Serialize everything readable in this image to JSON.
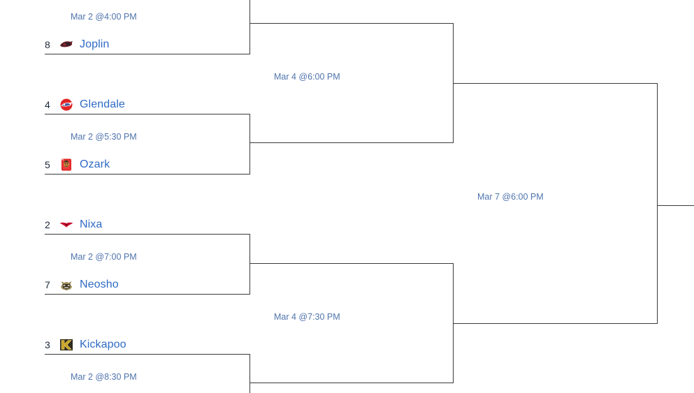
{
  "bracket": {
    "line_color": "#3a3a3a",
    "team_link_color": "#2f6bc4",
    "time_label_color": "#4f74ad",
    "seed_color": "#1b2838",
    "rounds": [
      {
        "name": "round-1",
        "games": [
          {
            "id": "game-r1-1",
            "time": "Mar 2 @4:00 PM",
            "teams": [
              {
                "seed": "8",
                "name": "Joplin",
                "logo": "joplin-eagles-logo",
                "logo_color": "#6d1f2b"
              }
            ]
          },
          {
            "id": "game-r1-2",
            "time": "Mar 2 @5:30 PM",
            "teams": [
              {
                "seed": "4",
                "name": "Glendale",
                "logo": "glendale-falcons-logo",
                "logo_color": "#e02323"
              },
              {
                "seed": "5",
                "name": "Ozark",
                "logo": "ozark-tigers-logo",
                "logo_color": "#e02323"
              }
            ]
          },
          {
            "id": "game-r1-3",
            "time": "Mar 2 @7:00 PM",
            "teams": [
              {
                "seed": "2",
                "name": "Nixa",
                "logo": "nixa-eagles-logo",
                "logo_color": "#c8102e"
              },
              {
                "seed": "7",
                "name": "Neosho",
                "logo": "neosho-wildcats-logo",
                "logo_color": "#9b8c55"
              }
            ]
          },
          {
            "id": "game-r1-4",
            "time": "Mar 2 @8:30 PM",
            "teams": [
              {
                "seed": "3",
                "name": "Kickapoo",
                "logo": "kickapoo-chiefs-logo",
                "logo_color": "#b8932e"
              }
            ]
          }
        ]
      },
      {
        "name": "round-2",
        "games": [
          {
            "id": "game-r2-1",
            "time": "Mar 4 @6:00 PM",
            "teams": []
          },
          {
            "id": "game-r2-2",
            "time": "Mar 4 @7:30 PM",
            "teams": []
          }
        ]
      },
      {
        "name": "round-3",
        "games": [
          {
            "id": "game-r3-1",
            "time": "Mar 7 @6:00 PM",
            "teams": []
          }
        ]
      }
    ]
  },
  "times": {
    "r1g1": "Mar 2 @4:00 PM",
    "r1g2": "Mar 2 @5:30 PM",
    "r1g3": "Mar 2 @7:00 PM",
    "r1g4": "Mar 2 @8:30 PM",
    "r2g1": "Mar 4 @6:00 PM",
    "r2g2": "Mar 4 @7:30 PM",
    "r3g1": "Mar 7 @6:00 PM"
  },
  "teams": {
    "joplin": {
      "seed": "8",
      "name": "Joplin"
    },
    "glendale": {
      "seed": "4",
      "name": "Glendale"
    },
    "ozark": {
      "seed": "5",
      "name": "Ozark"
    },
    "nixa": {
      "seed": "2",
      "name": "Nixa"
    },
    "neosho": {
      "seed": "7",
      "name": "Neosho"
    },
    "kickapoo": {
      "seed": "3",
      "name": "Kickapoo"
    }
  }
}
